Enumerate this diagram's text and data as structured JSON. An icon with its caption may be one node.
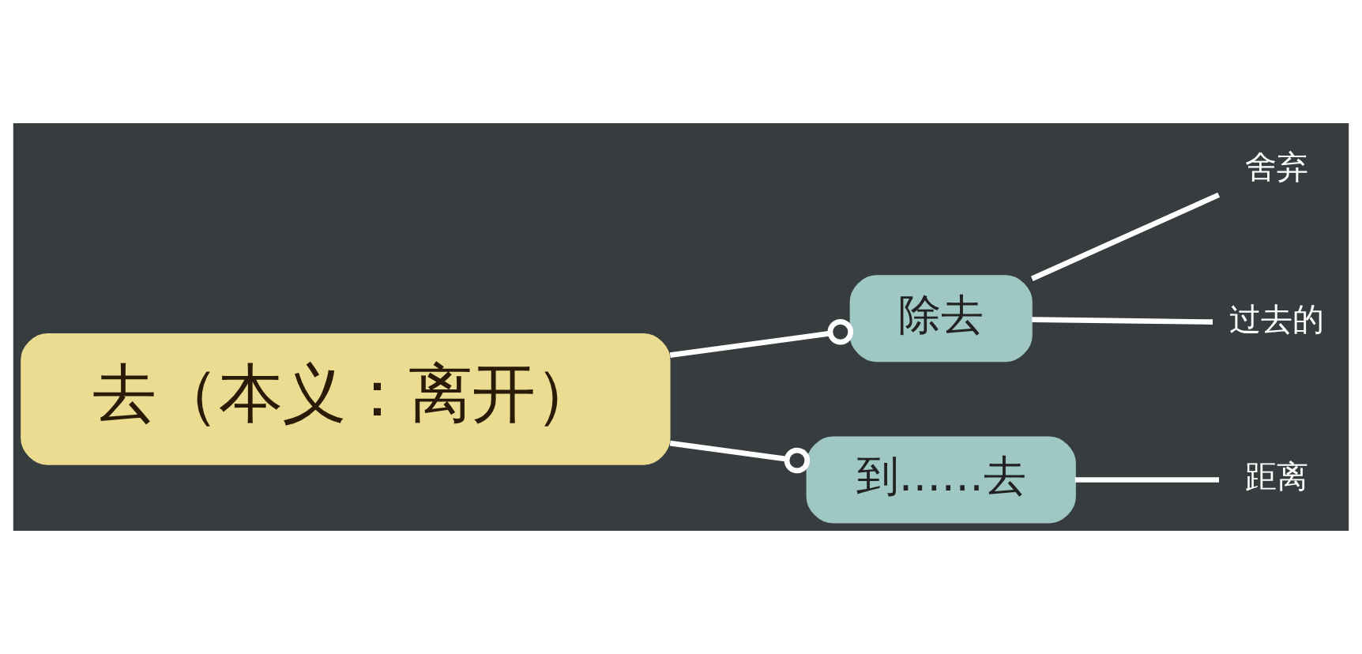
{
  "diagram": {
    "nodes": [
      {
        "text": [
          "去（本义：离开）"
        ]
      },
      {
        "text": [
          "除去"
        ]
      },
      {
        "text": [
          "舍弃"
        ]
      },
      {
        "text": [
          "过去的"
        ]
      },
      {
        "text": [
          "到……去"
        ]
      },
      {
        "text": [
          "距离"
        ]
      }
    ],
    "edges": [
      {
        "from": 0,
        "to": 1,
        "arrow": "other"
      },
      {
        "from": 1,
        "to": 2,
        "arrow": "none"
      },
      {
        "from": 1,
        "to": 3,
        "arrow": "none"
      },
      {
        "from": 0,
        "to": 4,
        "arrow": "other"
      },
      {
        "from": 4,
        "to": 5,
        "arrow": "none"
      }
    ]
  }
}
